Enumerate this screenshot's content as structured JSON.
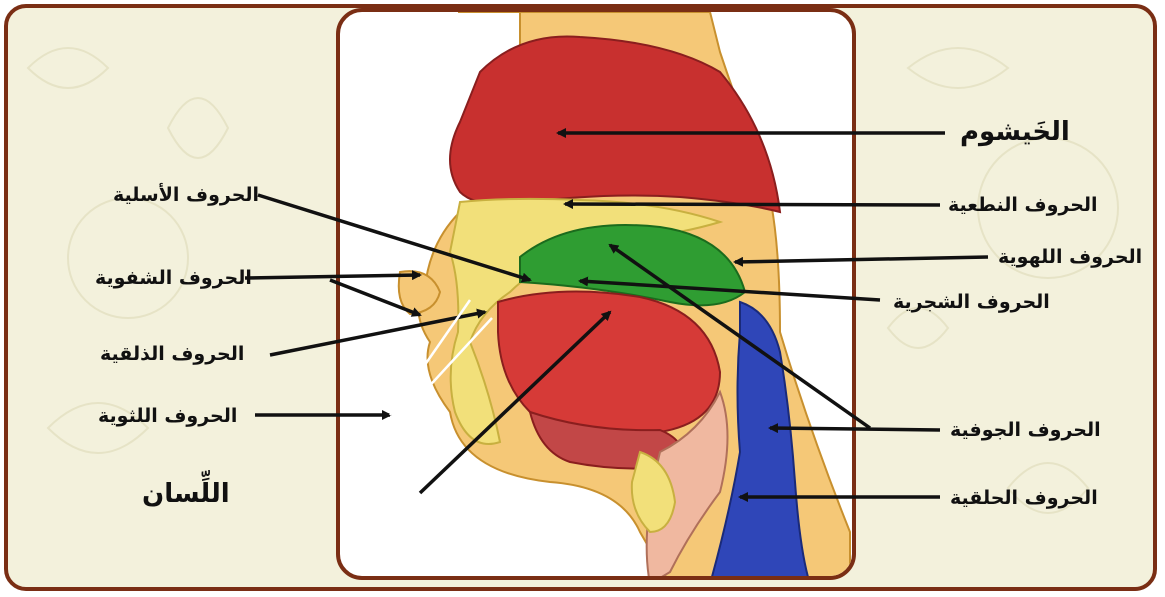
{
  "colors": {
    "frame": "#7a2e14",
    "background": "#f3f1dc",
    "nasal_cavity": "#c8302f",
    "palate": "#f2e07a",
    "tongue_green": "#2f9d32",
    "tongue_muscle": "#d63a37",
    "pharynx_blue": "#2f46b8",
    "skin": "#f5c877"
  },
  "labels": {
    "khayshum": "الخَيشوم",
    "nitiya": "الحروف النطعية",
    "lahawiya": "الحروف اللهوية",
    "shajariya": "الحروف الشجرية",
    "jawfiya": "الحروف الجوفية",
    "halqiya": "الحروف الحلقية",
    "asaliya": "الحروف الأسلية",
    "shafawiya": "الحروف الشفوية",
    "dhalqiya": "الحروف الذلقية",
    "lithawiya": "الحروف اللثوية",
    "lisan": "اللِّسان"
  }
}
